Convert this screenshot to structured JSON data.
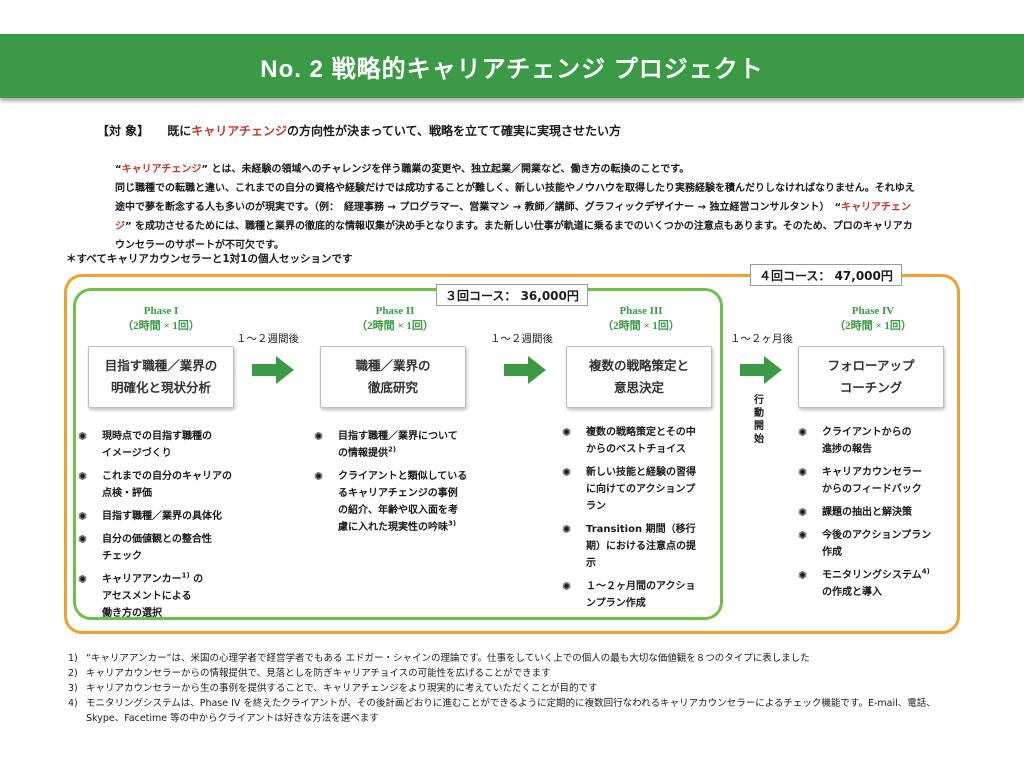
{
  "title": "No. 2  戦略的キャリアチェンジ プロジェクト",
  "target": {
    "label": "【対 象】",
    "text_before": "既に",
    "highlight": "キャリアチェンジ",
    "text_after": "の方向性が決まっていて、戦略を立てて確実に実現させたい方"
  },
  "intro": {
    "p1_quote_open": "“",
    "p1_highlight": "キャリアチェンジ",
    "p1_rest": "” とは、未経験の領域へのチャレンジを伴う職業の変更や、独立起業／開業など、働き方の転換のことです。",
    "p2": "同じ職種での転職と違い、これまでの自分の資格や経験だけでは成功することが難しく、新しい技能やノウハウを取得したり実務経験を積んだりしなければなりません。それゆえ途中で夢を断念する人も多いのが現実です。（例：　経理事務 → プログラマー、営業マン → 教師／講師、グラフィックデザイナー → 独立経営コンサルタント）　",
    "p2_quote_open": "“",
    "p2_highlight": "キャリアチェンジ",
    "p2_rest": "” を成功させるためには、職種と業界の徹底的な情報収集が決め手となります。また新しい仕事が軌道に乗るまでのいくつかの注意点もあります。そのため、プロのキャリアカウンセラーのサポートが不可欠です。"
  },
  "note_all": "＊すべてキャリアカウンセラーと1対1の個人セッションです",
  "courses": {
    "three": "３回コース： 36,000円",
    "four": "４回コース： 47,000円"
  },
  "phases": [
    {
      "name": "Phase I",
      "duration": "（2時間 × 1回）",
      "box": "目指す職種／業界の\n明確化と現状分析",
      "bullets": [
        "現時点での目指す職種の\nイメージづくり",
        "これまでの自分のキャリアの\n点検・評価",
        "目指す職種／業界の具体化",
        "自分の価値観との整合性\nチェック",
        "キャリアアンカー"
      ],
      "bullet5_sup": "1)",
      "bullet5_rest": " の\nアセスメントによる\n働き方の選択"
    },
    {
      "name": "Phase II",
      "duration": "（2時間 × 1回）",
      "box": "職種／業界の\n徹底研究",
      "bullet1": "目指す職種／業界について\nの情報提供",
      "bullet1_sup": "2)",
      "bullet2": "クライアントと類似している\nるキャリアチェンジの事例\nの紹介、年齢や収入面を考\n慮に入れた現実性の吟味",
      "bullet2_sup": "3)"
    },
    {
      "name": "Phase III",
      "duration": "（2時間 × 1回）",
      "box": "複数の戦略策定と\n意思決定",
      "bullets": [
        "複数の戦略策定とその中\nからのベストチョイス",
        "新しい技能と経験の習得\nに向けてのアクションプ\nラン",
        "Transition 期間（移行\n期）における注意点の提\n示",
        " １～２ヶ月間のアクショ\nンプラン作成"
      ]
    },
    {
      "name": "Phase IV",
      "duration": "（2時間 × 1回）",
      "box": "フォローアップ\nコーチング",
      "bullets": [
        "クライアントからの\n進捗の報告",
        "キャリアカウンセラー\nからのフィードバック",
        "課題の抽出と解決策",
        "今後のアクションプラン\n作成"
      ],
      "bullet5": "モニタリングシステム",
      "bullet5_sup": "4)",
      "bullet5_rest": "\nの作成と導入"
    }
  ],
  "gaps": [
    "１～２週間後",
    "１～２週間後",
    "１～２ヶ月後"
  ],
  "vertical_label": "行動開始",
  "bullet_mark": "✺",
  "footnotes": [
    {
      "num": "1)",
      "text": "“キャリアアンカー”は、米国の心理学者で経営学者でもある エドガー・シャインの理論です。仕事をしていく上での個人の最も大切な価値観を８つのタイプに表しました"
    },
    {
      "num": "2)",
      "text": "キャリアカウンセラーからの情報提供で、見落としを防ぎキャリアチョイスの可能性を広げることができます"
    },
    {
      "num": "3)",
      "text": "キャリアカウンセラーから生の事例を提供することで、キャリアチェンジをより現実的に考えていただくことが目的です"
    },
    {
      "num": "4)",
      "text": "モニタリングシステムは、Phase IV を終えたクライアントが、その後計画どおりに進むことができるように定期的に複数回行なわれるキャリアカウンセラーによるチェック機能です。E-mail、電話、Skype、Facetime 等の中からクライアントは好きな方法を選べます"
    }
  ],
  "colors": {
    "banner": "#3a9a45",
    "highlight": "#c0392b",
    "orange_border": "#f0a030",
    "green_border": "#6fbf4b",
    "arrow": "#3a9a45"
  }
}
